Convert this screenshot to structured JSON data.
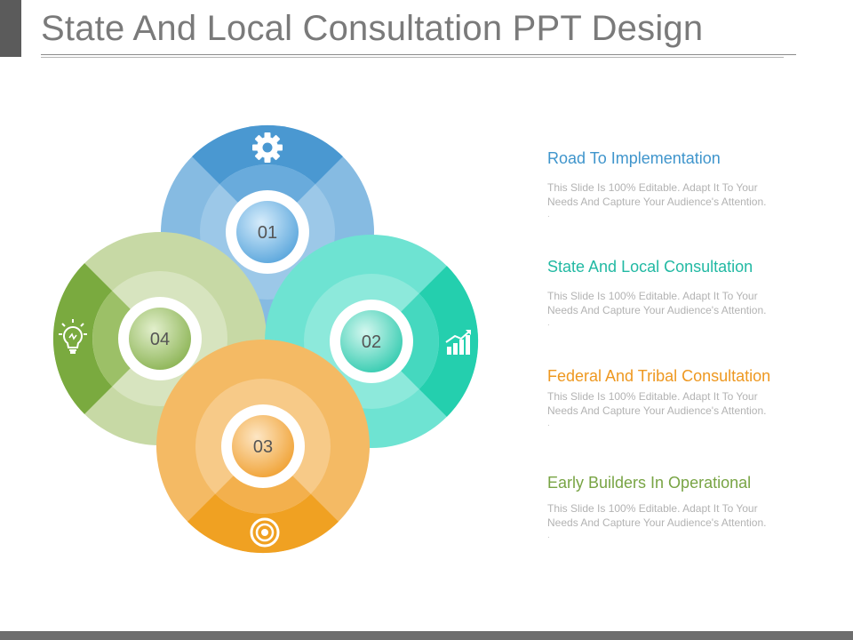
{
  "slide": {
    "title": "State And Local Consultation PPT Design"
  },
  "diagram": {
    "segments": [
      {
        "number": "01",
        "icon": "gear-icon",
        "color": "#4a98d1"
      },
      {
        "number": "02",
        "icon": "growth-chart-icon",
        "color": "#24cfae"
      },
      {
        "number": "03",
        "icon": "target-icon",
        "color": "#f0a122"
      },
      {
        "number": "04",
        "icon": "lightbulb-icon",
        "color": "#7aaa3f"
      }
    ]
  },
  "items": [
    {
      "heading": "Road To Implementation",
      "color": "#3f95cc",
      "body": "This Slide Is 100% Editable. Adapt It To Your Needs And Capture Your Audience's Attention.",
      "dot": "."
    },
    {
      "heading": "State And Local Consultation",
      "color": "#22b9a3",
      "body": "This Slide Is 100% Editable. Adapt It To Your Needs And Capture Your Audience's Attention.",
      "dot": "."
    },
    {
      "heading": "Federal And Tribal Consultation",
      "color": "#ee9820",
      "body": "This Slide Is 100% Editable. Adapt It To Your Needs And Capture Your Audience's Attention.",
      "dot": "."
    },
    {
      "heading": "Early Builders In Operational",
      "color": "#78a444",
      "body": "This Slide Is 100% Editable. Adapt It To Your Needs And Capture Your Audience's Attention.",
      "dot": "."
    }
  ]
}
